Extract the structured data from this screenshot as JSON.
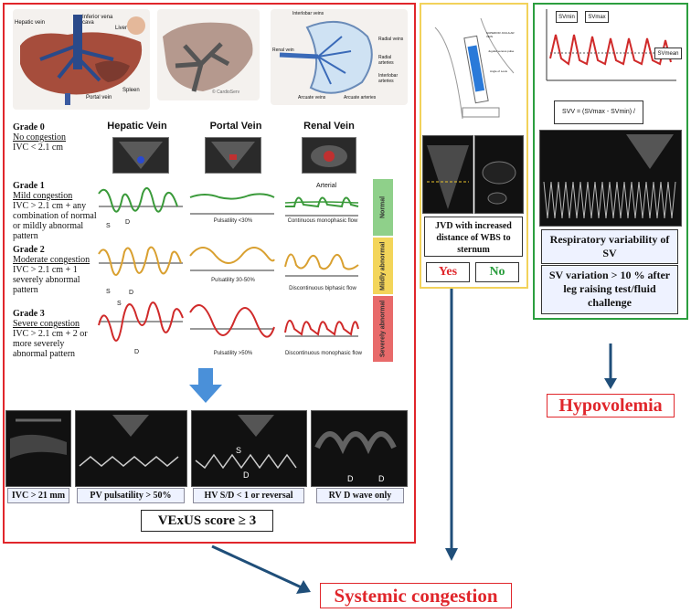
{
  "anatomy": {
    "labels": [
      "Hepatic vein",
      "Inferior vena cava",
      "Liver",
      "Portal vein",
      "Spleen",
      "Renal vein",
      "Interlobar veins",
      "Arcuate veins",
      "Arcuate arteries",
      "Radial veins",
      "Radial arteries",
      "Interlobar arteries",
      "© CardioServ"
    ]
  },
  "columns": [
    "Hepatic Vein",
    "Portal Vein",
    "Renal Vein"
  ],
  "grades": [
    {
      "title": "Grade 0",
      "subtitle": "No congestion",
      "criteria": "IVC < 2.1 cm"
    },
    {
      "title": "Grade 1",
      "subtitle": "Mild congestion",
      "criteria": "IVC > 2.1 cm + any combination of normal or mildly abnormal pattern"
    },
    {
      "title": "Grade 2",
      "subtitle": "Moderate congestion",
      "criteria": "IVC > 2.1 cm + 1 severely abnormal pattern"
    },
    {
      "title": "Grade 3",
      "subtitle": "Severe congestion",
      "criteria": "IVC > 2.1 cm + 2 or more severely abnormal pattern"
    }
  ],
  "waveforms": {
    "hepatic_labels": [
      "S",
      "D"
    ],
    "arterial_label": "Arterial",
    "portal_captions": [
      "Pulsatility <30%",
      "Pulsatility 30-50%",
      "Pulsatility >50%"
    ],
    "renal_captions": [
      "Continuous monophasic flow",
      "Discontinuous biphasic flow",
      "Discontinuous monophasic flow"
    ],
    "severity": [
      {
        "label": "Normal",
        "color": "#8fd08a"
      },
      {
        "label": "Mildly abnormal",
        "color": "#f3d55a"
      },
      {
        "label": "Severely abnormal",
        "color": "#e86a6a"
      }
    ]
  },
  "strips": [
    {
      "label": "IVC > 21 mm"
    },
    {
      "label": "PV pulsatility > 50%"
    },
    {
      "label": "HV S/D < 1 or reversal"
    },
    {
      "label": "RV D wave only"
    }
  ],
  "strip_marks": [
    "S",
    "D",
    "D",
    "D"
  ],
  "vexus": "VExUS score ≥ 3",
  "jvd": {
    "text": "JVD with increased distance of WBS to sternum",
    "yes": "Yes",
    "no": "No",
    "sketch_labels": [
      "SUPERIOR JUGULAR VEIN",
      "Jugular venous pulse",
      "Angle of Louis"
    ]
  },
  "sv": {
    "chart_labels": [
      "SVmin",
      "SVmax",
      "SVmean"
    ],
    "formula": "SVV = (SVmax - SVmin) / SVmean",
    "resp_text": "Respiratory variability  of SV",
    "variation_text": "SV variation  > 10 % after leg raising test/fluid challenge"
  },
  "outcomes": {
    "hypovolemia": "Hypovolemia",
    "systemic": "Systemic congestion"
  },
  "colors": {
    "red": "#e0262b",
    "yellow": "#f2d25a",
    "green": "#2c9e3f",
    "arrow": "#1f4e79",
    "down_arrow": "#4a90d9",
    "normal_wave": "#3a9a3a",
    "mild_wave": "#d9a030",
    "severe_wave": "#d02a2a"
  }
}
